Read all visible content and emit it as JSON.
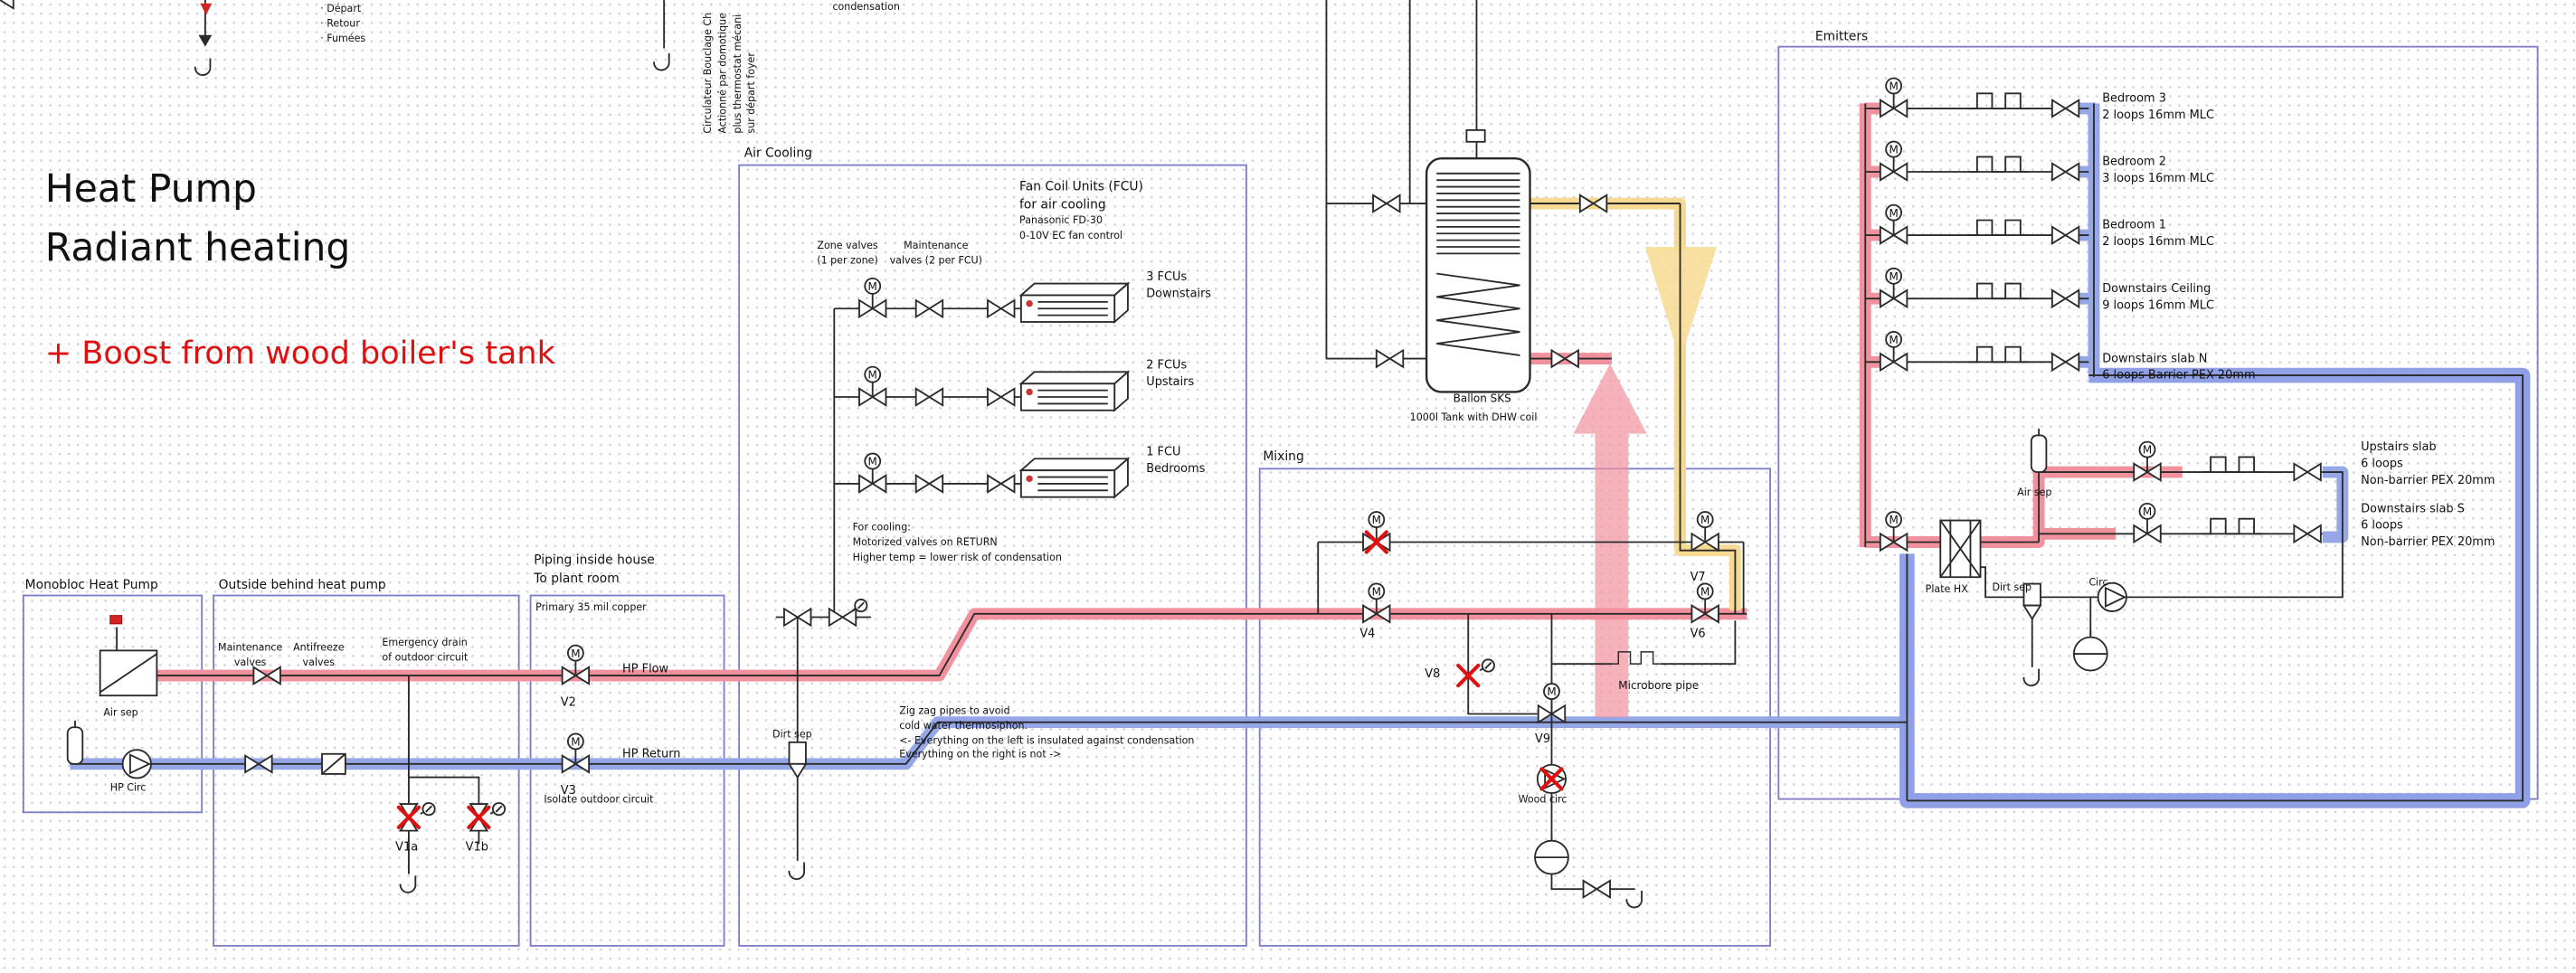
{
  "symbols": {
    "motor_glyph": "M"
  },
  "header": {
    "title_line1": "Heat Pump",
    "title_line2": "Radiant heating",
    "boost_note": "+ Boost from wood boiler's tank"
  },
  "top_left": {
    "legend": [
      "· Départ",
      "· Retour",
      "· Fumées"
    ],
    "rotated_note": [
      "Circulateur Bouclage Ch",
      "Actionné par domotique",
      "plus thermostat mécani",
      "sur départ foyer"
    ],
    "clipped_note": "condensation"
  },
  "monobloc": {
    "label": "Monobloc Heat Pump",
    "air_sep": "Air sep",
    "hp_circ": "HP Circ"
  },
  "outside": {
    "label": "Outside behind heat pump",
    "maint1": "Maintenance",
    "maint2": "valves",
    "anti1": "Antifreeze",
    "anti2": "valves",
    "emerg1": "Emergency drain",
    "emerg2": "of outdoor circuit",
    "v1a": "V1a",
    "v1b": "V1b"
  },
  "piping": {
    "label1": "Piping inside house",
    "label2": "To plant room",
    "primary": "Primary 35 mil copper",
    "v2": "V2",
    "v3": "V3",
    "isolate": "Isolate outdoor circuit",
    "hp_flow": "HP Flow",
    "hp_return": "HP Return"
  },
  "air_cooling": {
    "label": "Air Cooling",
    "zone1": "Zone valves",
    "zone2": "(1 per zone)",
    "maint1": "Maintenance",
    "maint2": "valves (2 per FCU)",
    "fcu_t1": "Fan Coil Units (FCU)",
    "fcu_t2": "for air cooling",
    "fcu_s1": "Panasonic FD-30",
    "fcu_s2": "0-10V EC fan control",
    "groups": [
      {
        "l1": "3 FCUs",
        "l2": "Downstairs"
      },
      {
        "l1": "2 FCUs",
        "l2": "Upstairs"
      },
      {
        "l1": "1 FCU",
        "l2": "Bedrooms"
      }
    ],
    "cool1": "For cooling:",
    "cool2": "Motorized valves on RETURN",
    "cool3": "Higher temp = lower risk of condensation",
    "dirt_sep": "Dirt sep",
    "zig1": "Zig zag pipes to avoid",
    "zig2": "cold water thermosiphon.",
    "zig3": "<- Everything on the left is insulated against condensation",
    "zig4": "Everything on the right is not ->"
  },
  "tank": {
    "name": "Ballon SKS",
    "desc": "1000l Tank with DHW coil"
  },
  "mixing": {
    "label": "Mixing",
    "v4": "V4",
    "v6": "V6",
    "v7": "V7",
    "v8": "V8",
    "v9": "V9",
    "wood_circ": "Wood circ",
    "microbore": "Microbore pipe"
  },
  "emitters": {
    "label": "Emitters",
    "rows": [
      {
        "name": "Bedroom 3",
        "spec": "2 loops 16mm MLC"
      },
      {
        "name": "Bedroom 2",
        "spec": "3 loops 16mm MLC"
      },
      {
        "name": "Bedroom 1",
        "spec": "2 loops 16mm MLC"
      },
      {
        "name": "Downstairs Ceiling",
        "spec": "9 loops 16mm MLC"
      },
      {
        "name": "Downstairs slab N",
        "spec": "6 loops Barrier PEX 20mm"
      }
    ],
    "air_sep": "Air sep",
    "plate_hx": "Plate HX",
    "dirt_sep": "Dirt sep",
    "circ": "Circ",
    "slabs": [
      {
        "name": "Upstairs slab",
        "l2": "6 loops",
        "l3": "Non-barrier PEX 20mm"
      },
      {
        "name": "Downstairs slab S",
        "l2": "6 loops",
        "l3": "Non-barrier PEX 20mm"
      }
    ]
  },
  "colors": {
    "hp_flow": "#f2919e",
    "hp_return": "#96a7e8",
    "dhw": "#f6da92",
    "alert": "#e01010",
    "box_border": "#7d7dc8",
    "grid_dot": "#cfcfe0"
  }
}
